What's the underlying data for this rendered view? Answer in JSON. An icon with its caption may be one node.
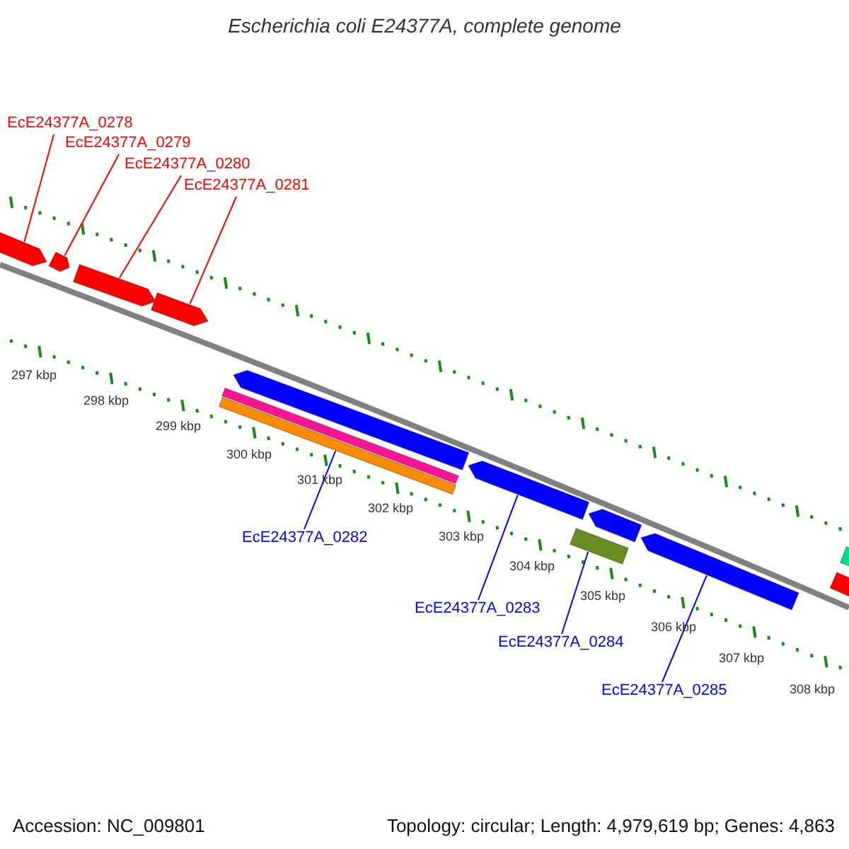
{
  "diagram": {
    "title": "Escherichia coli E24377A, complete genome",
    "nodes": [
      {
        "text": [
          "EcE24377A_0278"
        ]
      },
      {
        "text": [
          "EcE24377A_0279"
        ]
      },
      {
        "text": [
          "EcE24377A_0280"
        ]
      },
      {
        "text": [
          "EcE24377A_0281"
        ]
      },
      {
        "text": [
          "EcE24377A_0282"
        ]
      },
      {
        "text": [
          "EcE24377A_0283"
        ]
      },
      {
        "text": [
          "EcE24377A_0284"
        ]
      },
      {
        "text": [
          "EcE24377A_0285"
        ]
      },
      {
        "text": [],
        "shape": "bar"
      },
      {
        "text": [],
        "shape": "bar"
      },
      {
        "text": [],
        "shape": "bar"
      },
      {
        "text": [],
        "shape": "bar"
      },
      {
        "text": [],
        "shape": "bar"
      },
      {
        "text": [],
        "shape": "bar"
      },
      {
        "text": [],
        "shape": "bar"
      },
      {
        "text": [],
        "shape": "bar"
      },
      {
        "text": [],
        "shape": "bar"
      },
      {
        "text": [],
        "shape": "bar"
      },
      {
        "text": [],
        "shape": "bar"
      },
      {
        "text": [],
        "shape": "bar"
      },
      {
        "text": [],
        "shape": "bar"
      }
    ],
    "edges": [
      {
        "from": 0,
        "to": 8,
        "arrow": "none"
      },
      {
        "from": 1,
        "to": 9,
        "arrow": "none"
      },
      {
        "from": 2,
        "to": 10,
        "arrow": "none"
      },
      {
        "from": 3,
        "to": 11,
        "arrow": "none"
      },
      {
        "from": 4,
        "to": 13,
        "arrow": "none",
        "color": "#0000ff"
      },
      {
        "from": 5,
        "to": 15,
        "arrow": "none",
        "color": "#0000ff"
      },
      {
        "from": 6,
        "to": 18,
        "arrow": "none",
        "color": "#0000ff"
      },
      {
        "from": 7,
        "to": 17,
        "arrow": "none",
        "color": "#0000ff"
      }
    ],
    "labels": [
      "297 kbp",
      "298 kbp",
      "299 kbp",
      "300 kbp",
      "301 kbp",
      "302 kbp",
      "303 kbp",
      "304 kbp",
      "305 kbp",
      "306 kbp",
      "307 kbp",
      "308 kbp",
      "Accession: NC_009801",
      "Topology: circular; Length: 4,979,619 bp; Genes: 4,863"
    ]
  }
}
